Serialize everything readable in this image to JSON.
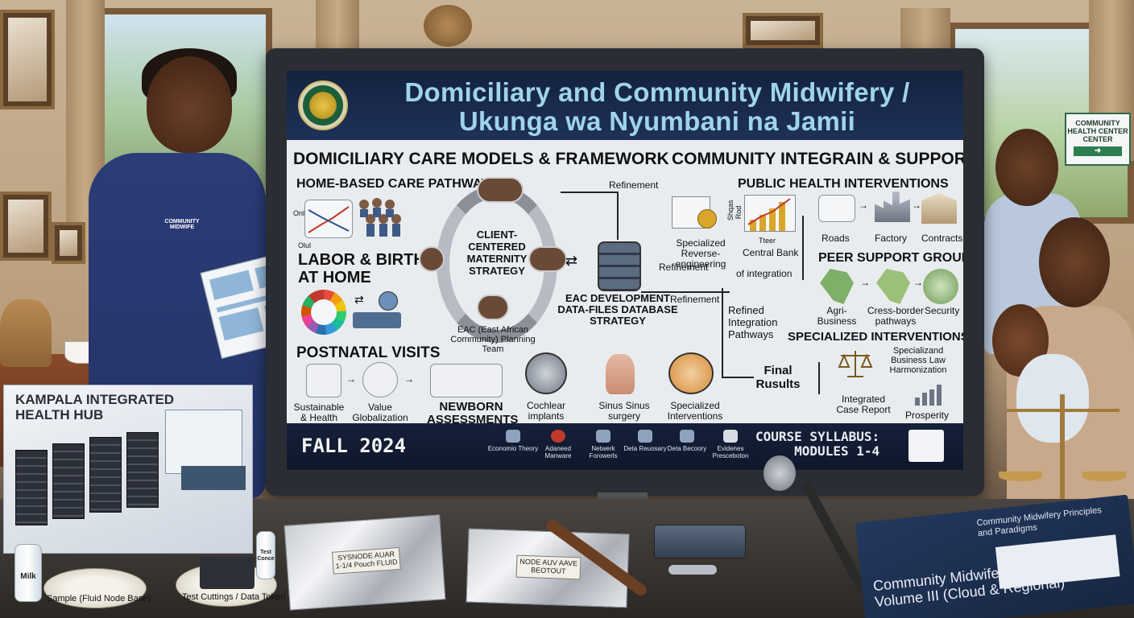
{
  "screen": {
    "title_line1": "Domiciliary and Community Midwifery /",
    "title_line2": "Ukunga wa Nyumbani na Jamii",
    "left_section": {
      "heading": "DOMICILIARY CARE MODELS & FRAMEWORK",
      "home_based": "HOME-BASED CARE PATHWAYS",
      "chart_label_top": "Onl",
      "chart_label_bottom": "Olul",
      "labor_birth": "LABOR & BIRTH AT HOME",
      "labor_line1": "LABOR & BIRTH",
      "labor_line2": "AT HOME",
      "postnatal": "POSTNATAL VISITS",
      "sustainable": "Sustainable & Health",
      "value_globalization": "Value Globalization",
      "newborn": "NEWBORN ASSESSMENTS",
      "client_centered": "CLIENT-CENTERED MATERNITY STRATEGY",
      "eac_team": "EAC (East African Community) Planning Team"
    },
    "middle": {
      "refinement_top": "Refinement",
      "specialized_reverse": "Specialized Reverse-engineering",
      "refinement_2": "Refinement",
      "refinement_3": "Refinement",
      "db_strategy": "EAC DEVELOPMENT DATA-FILES DATABASE STRATEGY",
      "cochlear": "Cochlear implants",
      "sinus": "Sinus Sinus surgery",
      "specialized_interventions": "Specialized Interventions"
    },
    "right_section": {
      "heading": "COMMUNITY INTEGRAIN & SUPPORT",
      "public_health": "PUBLIC HEALTH INTERVENTIONS",
      "shqas_rod": "Shqas Rod",
      "tteer": "Tteer",
      "central_bank": "Central Bank",
      "of_integration": "of integration",
      "roads": "Roads",
      "factory": "Factory",
      "contracts": "Contracts",
      "peer_support": "PEER SUPPORT GROUPS",
      "agri_business": "Agri-Business",
      "cross_border": "Cress-border pathways",
      "security": "Security",
      "refined_pathways": "Refined Integration Pathways",
      "specialized_interventions": "SPECIALIZED INTERVENTIONS",
      "final_results": "Final Rusults",
      "business_law": "Specializand Business Law Harmonization",
      "integrated_case": "Integrated Case Report",
      "prosperity": "Prosperity"
    },
    "footer": {
      "term": "FALL 2024",
      "items": [
        {
          "label": "Economio Theory",
          "icon": "scales-icon"
        },
        {
          "label": "Adaneed Manware",
          "icon": "virus-icon"
        },
        {
          "label": "Netwerk Forowerls",
          "icon": "network-icon"
        },
        {
          "label": "Deta Reuosary",
          "icon": "database-icon"
        },
        {
          "label": "Deta Becoory",
          "icon": "monitor-icon"
        },
        {
          "label": "Evidenes Presceboton",
          "icon": "document-icon"
        }
      ],
      "syllabus_line1": "COURSE SYLLABUS:",
      "syllabus_line2": "MODULES 1-4"
    }
  },
  "room": {
    "uniform_badge": "COMMUNITY MIDWIFE",
    "clinic_sign": "COMMUNITY HEALTH CENTER CENTER",
    "clinic_sign_line1": "COMMUNITY",
    "clinic_sign_line2": "HEALTH CENTER",
    "clinic_sign_line3": "CENTER",
    "hub_title": "KAMPALA INTEGRATED HEALTH HUB",
    "hub_line1": "KAMPALA INTEGRATED",
    "hub_line2": "HEALTH HUB",
    "milk": "Milk",
    "test_bottle": "Test Conce",
    "tray_left": "Sample (Fluid Node Base)",
    "tray_right": "Test Cuttings / Data Token",
    "book_spine_line1": "Community Midwifery Principles:",
    "book_spine_line2": "Volume III (Cloud & Regional)",
    "book_cover": "Community Midwifery Principles and Paradigms"
  },
  "colors": {
    "title_text": "#9fd4ea",
    "header_bg": "#14223f",
    "uniform": "#2b3c78",
    "footer_bg": "#16203a"
  }
}
